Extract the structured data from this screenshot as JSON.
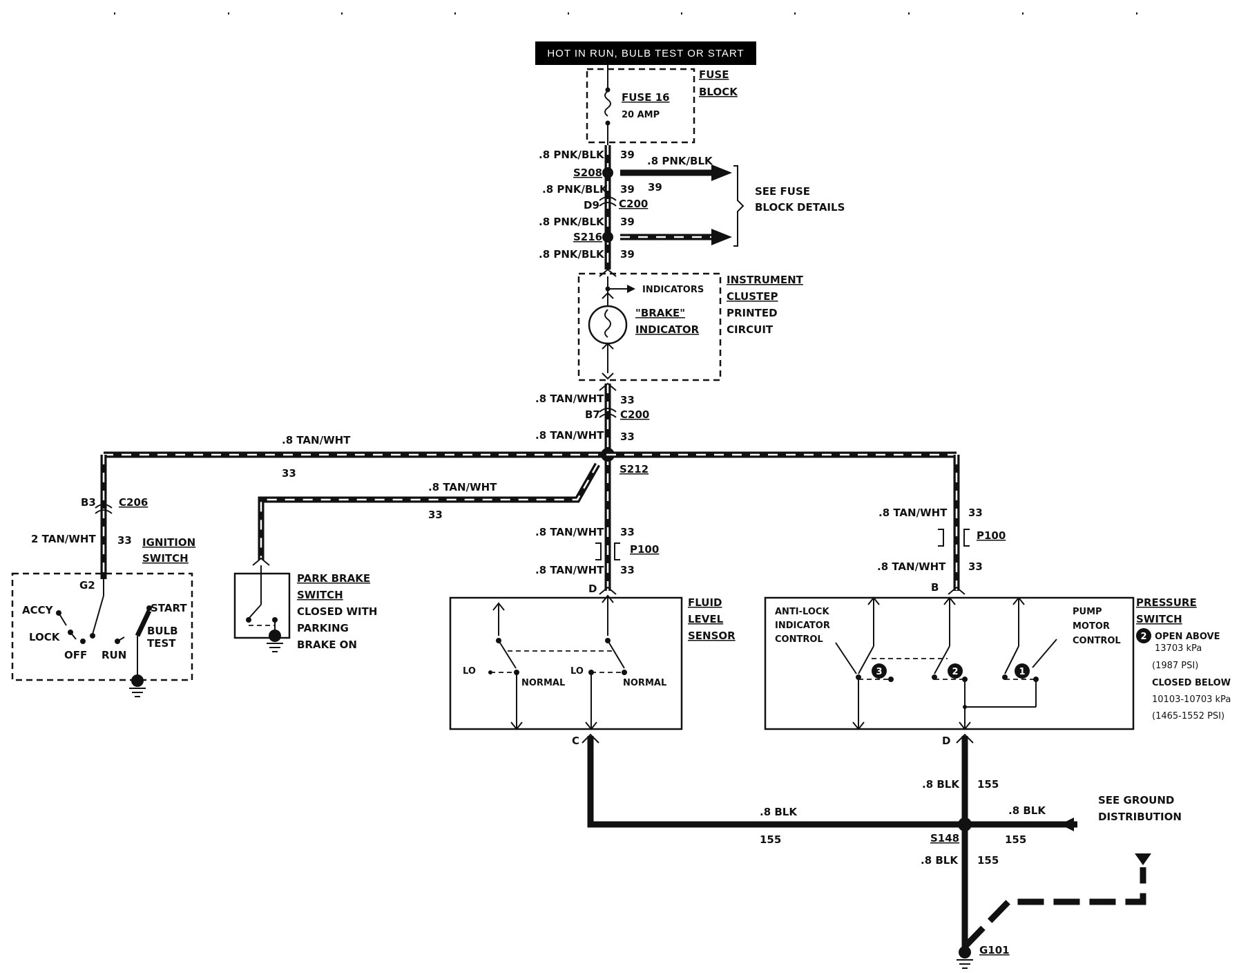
{
  "header": {
    "banner": "HOT IN RUN, BULB TEST OR START"
  },
  "fuse_block": {
    "name_line1": "FUSE",
    "name_line2": "BLOCK",
    "fuse_label": "FUSE 16",
    "fuse_rating": "20 AMP"
  },
  "feed": {
    "wire_pnk_blk": ".8 PNK/BLK",
    "circuit_39": "39",
    "splice_s208": "S208",
    "pin_d9": "D9",
    "conn_c200": "C200",
    "splice_s216": "S216",
    "see_fuse_line1": "SEE FUSE",
    "see_fuse_line2": "BLOCK DETAILS"
  },
  "cluster": {
    "indicators": "INDICATORS",
    "brake_line1": "\"BRAKE\"",
    "brake_line2": "INDICATOR",
    "name_line1": "INSTRUMENT",
    "name_line2": "CLUSTEP",
    "name_line3": "PRINTED",
    "name_line4": "CIRCUIT"
  },
  "tan_circuit": {
    "wire_tan_wht": ".8 TAN/WHT",
    "wire_2_tan_wht": "2 TAN/WHT",
    "circuit_33": "33",
    "pin_b7": "B7",
    "conn_c200": "C200",
    "splice_s212": "S212",
    "pin_b3": "B3",
    "conn_c206": "C206",
    "conn_p100": "P100"
  },
  "ignition_switch": {
    "name_line1": "IGNITION",
    "name_line2": "SWITCH",
    "pin_g2": "G2",
    "accy": "ACCY",
    "lock": "LOCK",
    "off": "OFF",
    "run": "RUN",
    "start": "START",
    "bulb": "BULB",
    "test": "TEST"
  },
  "park_brake": {
    "line1": "PARK BRAKE",
    "line2": "SWITCH",
    "line3": "CLOSED WITH",
    "line4": "PARKING",
    "line5": "BRAKE ON"
  },
  "fluid_sensor": {
    "pin_d": "D",
    "pin_c": "C",
    "lo": "LO",
    "normal": "NORMAL",
    "name_line1": "FLUID",
    "name_line2": "LEVEL",
    "name_line3": "SENSOR"
  },
  "pressure_switch": {
    "pin_b": "B",
    "pin_d": "D",
    "antilock_line1": "ANTI-LOCK",
    "antilock_line2": "INDICATOR",
    "antilock_line3": "CONTROL",
    "pump_line1": "PUMP",
    "pump_line2": "MOTOR",
    "pump_line3": "CONTROL",
    "name_line1": "PRESSURE",
    "name_line2": "SWITCH",
    "note_marker": "2",
    "note_line1": "OPEN ABOVE",
    "note_line2": "13703 kPa",
    "note_line3": "(1987 PSI)",
    "note_line4": "CLOSED BELOW",
    "note_line5": "10103-10703 kPa",
    "note_line6": "(1465-1552 PSI)",
    "marker_3": "3",
    "marker_2": "2",
    "marker_1": "1"
  },
  "ground": {
    "wire_blk": ".8 BLK",
    "circuit_155": "155",
    "splice_s148": "S148",
    "ground_g101": "G101",
    "see_ground_line1": "SEE GROUND",
    "see_ground_line2": "DISTRIBUTION"
  }
}
